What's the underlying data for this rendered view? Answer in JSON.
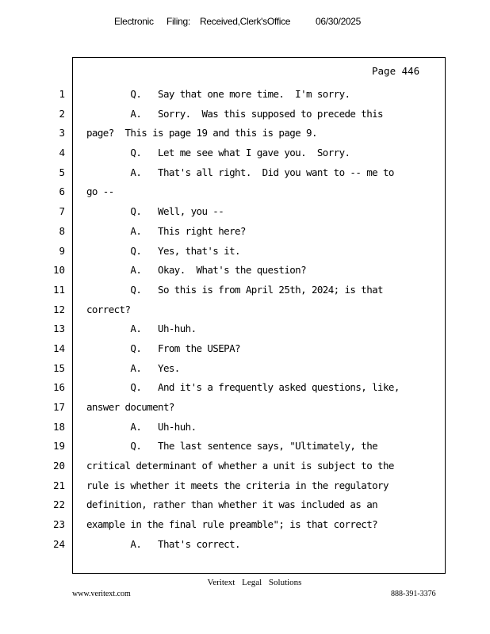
{
  "header": {
    "electronic": "Electronic",
    "filing": "Filing:",
    "received": "Received,Clerk'sOffice",
    "date": "06/30/2025"
  },
  "page_label": "Page 446",
  "lines": [
    {
      "num": "1",
      "text": "        Q.   Say that one more time.  I'm sorry."
    },
    {
      "num": "2",
      "text": "        A.   Sorry.  Was this supposed to precede this"
    },
    {
      "num": "3",
      "text": "page?  This is page 19 and this is page 9."
    },
    {
      "num": "4",
      "text": "        Q.   Let me see what I gave you.  Sorry."
    },
    {
      "num": "5",
      "text": "        A.   That's all right.  Did you want to -- me to"
    },
    {
      "num": "6",
      "text": "go --"
    },
    {
      "num": "7",
      "text": "        Q.   Well, you --"
    },
    {
      "num": "8",
      "text": "        A.   This right here?"
    },
    {
      "num": "9",
      "text": "        Q.   Yes, that's it."
    },
    {
      "num": "10",
      "text": "        A.   Okay.  What's the question?"
    },
    {
      "num": "11",
      "text": "        Q.   So this is from April 25th, 2024; is that"
    },
    {
      "num": "12",
      "text": "correct?"
    },
    {
      "num": "13",
      "text": "        A.   Uh-huh."
    },
    {
      "num": "14",
      "text": "        Q.   From the USEPA?"
    },
    {
      "num": "15",
      "text": "        A.   Yes."
    },
    {
      "num": "16",
      "text": "        Q.   And it's a frequently asked questions, like,"
    },
    {
      "num": "17",
      "text": "answer document?"
    },
    {
      "num": "18",
      "text": "        A.   Uh-huh."
    },
    {
      "num": "19",
      "text": "        Q.   The last sentence says, \"Ultimately, the"
    },
    {
      "num": "20",
      "text": "critical determinant of whether a unit is subject to the"
    },
    {
      "num": "21",
      "text": "rule is whether it meets the criteria in the regulatory"
    },
    {
      "num": "22",
      "text": "definition, rather than whether it was included as an"
    },
    {
      "num": "23",
      "text": "example in the final rule preamble\"; is that correct?"
    },
    {
      "num": "24",
      "text": "        A.   That's correct."
    }
  ],
  "footer": {
    "center": "Veritext Legal Solutions",
    "left": "www.veritext.com",
    "right": "888-391-3376"
  }
}
